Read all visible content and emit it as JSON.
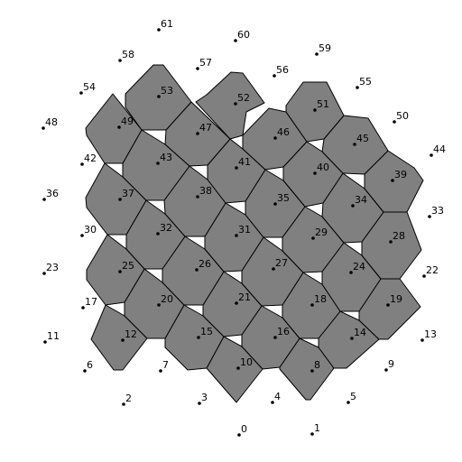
{
  "colors": {
    "cell_fill": "#808080",
    "cell_stroke": "#000000",
    "background": "#ffffff"
  },
  "points": [
    {
      "id": "0",
      "label": "0"
    },
    {
      "id": "1",
      "label": "1"
    },
    {
      "id": "2",
      "label": "2"
    },
    {
      "id": "3",
      "label": "3"
    },
    {
      "id": "4",
      "label": "4"
    },
    {
      "id": "5",
      "label": "5"
    },
    {
      "id": "6",
      "label": "6"
    },
    {
      "id": "7",
      "label": "7"
    },
    {
      "id": "8",
      "label": "8"
    },
    {
      "id": "9",
      "label": "9"
    },
    {
      "id": "10",
      "label": "10"
    },
    {
      "id": "11",
      "label": "11"
    },
    {
      "id": "12",
      "label": "12"
    },
    {
      "id": "13",
      "label": "13"
    },
    {
      "id": "14",
      "label": "14"
    },
    {
      "id": "15",
      "label": "15"
    },
    {
      "id": "16",
      "label": "16"
    },
    {
      "id": "17",
      "label": "17"
    },
    {
      "id": "18",
      "label": "18"
    },
    {
      "id": "19",
      "label": "19"
    },
    {
      "id": "20",
      "label": "20"
    },
    {
      "id": "21",
      "label": "21"
    },
    {
      "id": "22",
      "label": "22"
    },
    {
      "id": "23",
      "label": "23"
    },
    {
      "id": "24",
      "label": "24"
    },
    {
      "id": "25",
      "label": "25"
    },
    {
      "id": "26",
      "label": "26"
    },
    {
      "id": "27",
      "label": "27"
    },
    {
      "id": "28",
      "label": "28"
    },
    {
      "id": "29",
      "label": "29"
    },
    {
      "id": "30",
      "label": "30"
    },
    {
      "id": "31",
      "label": "31"
    },
    {
      "id": "32",
      "label": "32"
    },
    {
      "id": "33",
      "label": "33"
    },
    {
      "id": "34",
      "label": "34"
    },
    {
      "id": "35",
      "label": "35"
    },
    {
      "id": "36",
      "label": "36"
    },
    {
      "id": "37",
      "label": "37"
    },
    {
      "id": "38",
      "label": "38"
    },
    {
      "id": "39",
      "label": "39"
    },
    {
      "id": "40",
      "label": "40"
    },
    {
      "id": "41",
      "label": "41"
    },
    {
      "id": "42",
      "label": "42"
    },
    {
      "id": "43",
      "label": "43"
    },
    {
      "id": "44",
      "label": "44"
    },
    {
      "id": "45",
      "label": "45"
    },
    {
      "id": "46",
      "label": "46"
    },
    {
      "id": "47",
      "label": "47"
    },
    {
      "id": "48",
      "label": "48"
    },
    {
      "id": "49",
      "label": "49"
    },
    {
      "id": "50",
      "label": "50"
    },
    {
      "id": "51",
      "label": "51"
    },
    {
      "id": "52",
      "label": "52"
    },
    {
      "id": "53",
      "label": "53"
    },
    {
      "id": "54",
      "label": "54"
    },
    {
      "id": "55",
      "label": "55"
    },
    {
      "id": "56",
      "label": "56"
    },
    {
      "id": "57",
      "label": "57"
    },
    {
      "id": "58",
      "label": "58"
    },
    {
      "id": "59",
      "label": "59"
    },
    {
      "id": "60",
      "label": "60"
    },
    {
      "id": "61",
      "label": "61"
    }
  ]
}
